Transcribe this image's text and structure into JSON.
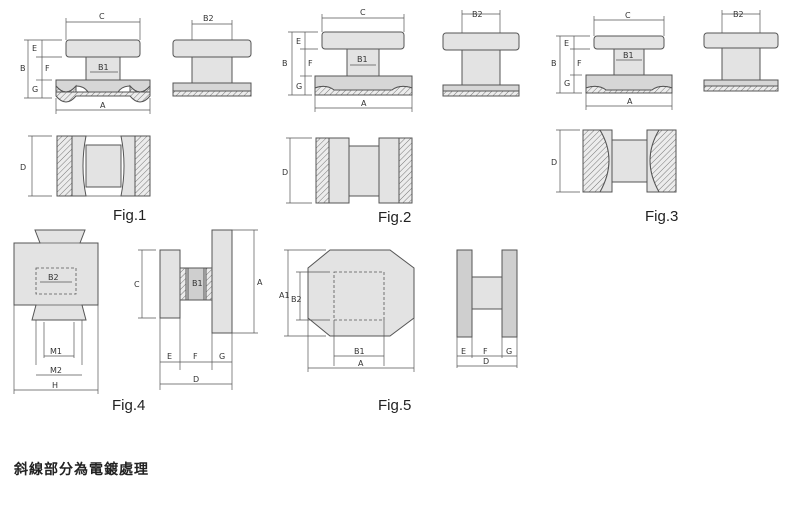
{
  "figures": {
    "fig1": {
      "caption": "Fig.1",
      "dims": {
        "C": "C",
        "B2": "B2",
        "E": "E",
        "B": "B",
        "F": "F",
        "B1": "B1",
        "G": "G",
        "A": "A",
        "D": "D"
      }
    },
    "fig2": {
      "caption": "Fig.2",
      "dims": {
        "C": "C",
        "B2": "B2",
        "E": "E",
        "B": "B",
        "F": "F",
        "B1": "B1",
        "G": "G",
        "A": "A",
        "D": "D"
      }
    },
    "fig3": {
      "caption": "Fig.3",
      "dims": {
        "C": "C",
        "B2": "B2",
        "E": "E",
        "B": "B",
        "F": "F",
        "B1": "B1",
        "G": "G",
        "A": "A",
        "D": "D"
      }
    },
    "fig4": {
      "caption": "Fig.4",
      "dims": {
        "B2": "B2",
        "M1": "M1",
        "M2": "M2",
        "H": "H",
        "C": "C",
        "B1": "B1",
        "A": "A",
        "E": "E",
        "F": "F",
        "G": "G",
        "D": "D"
      }
    },
    "fig5": {
      "caption": "Fig.5",
      "dims": {
        "A1": "A1",
        "B2": "B2",
        "B1": "B1",
        "A": "A",
        "E": "E",
        "F": "F",
        "G": "G",
        "D": "D"
      }
    }
  },
  "note": "斜線部分為電鍍處理"
}
